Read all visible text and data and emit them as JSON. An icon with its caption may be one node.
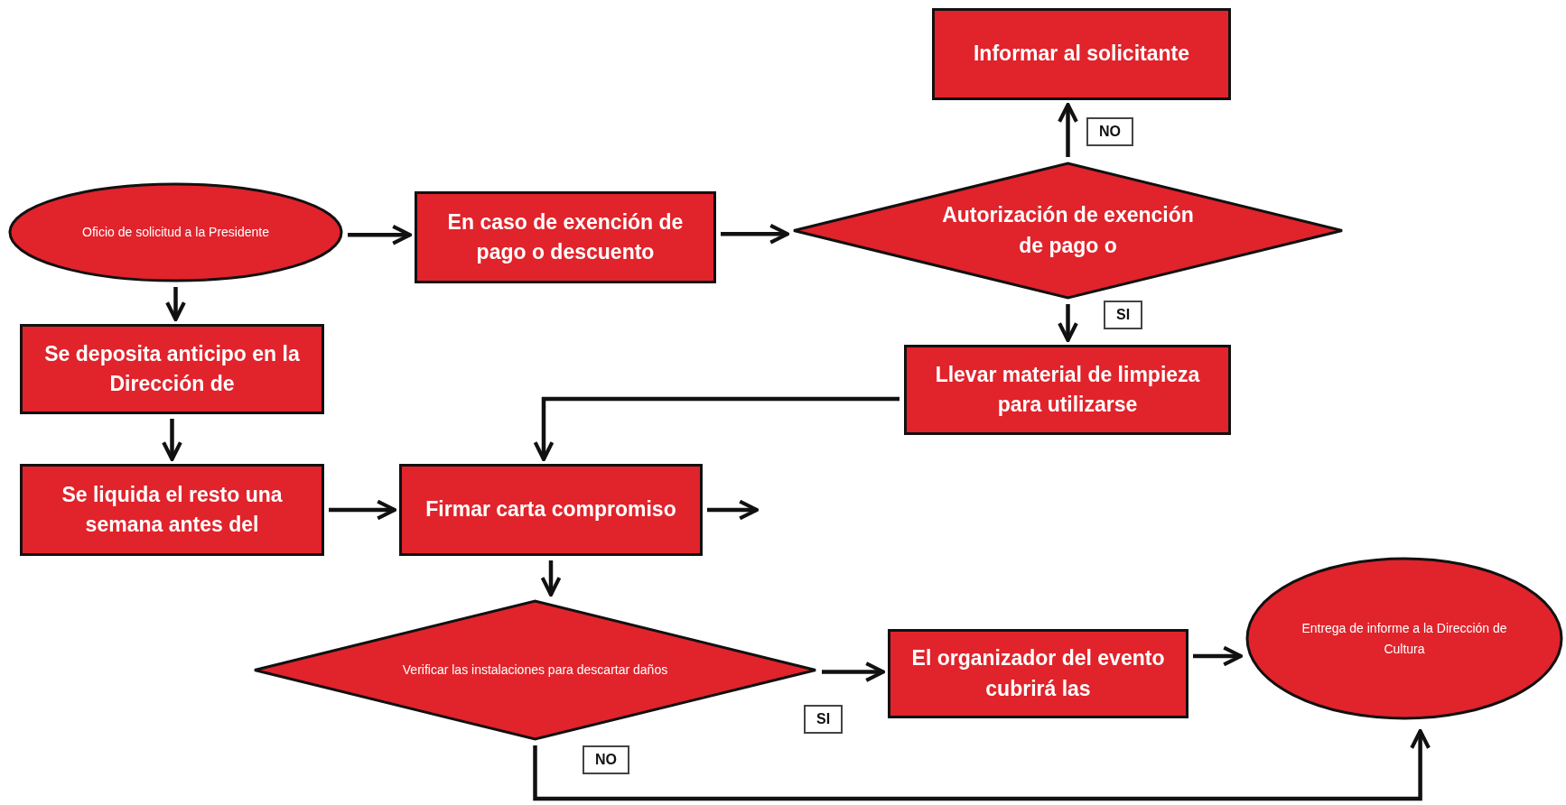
{
  "diagram": {
    "nodes": [
      {
        "text": [
          "Oficio de solicitud a la Presidente"
        ]
      },
      {
        "text": [
          "En caso de exención de pago o descuento"
        ]
      },
      {
        "text": [
          "Autorización de exención de pago o"
        ]
      },
      {
        "text": [
          "Informar al solicitante"
        ]
      },
      {
        "text": [
          "Se deposita anticipo en la Dirección de"
        ]
      },
      {
        "text": [
          "Llevar material de limpieza para utilizarse"
        ]
      },
      {
        "text": [
          "Se liquida el resto una semana antes del"
        ]
      },
      {
        "text": [
          "Firmar carta compromiso"
        ]
      },
      {
        "text": [
          "Verificar las instalaciones para descartar daños"
        ]
      },
      {
        "text": [
          "El organizador del evento cubrirá las"
        ]
      },
      {
        "text": [
          "Entrega de informe a la Dirección de Cultura"
        ]
      }
    ],
    "edges": [
      {
        "from": 0,
        "to": 1,
        "arrow": "to"
      },
      {
        "from": 1,
        "to": 2,
        "arrow": "to"
      },
      {
        "from": 2,
        "to": 3,
        "arrow": "to",
        "label": "NO"
      },
      {
        "from": 2,
        "to": 5,
        "arrow": "to",
        "label": "SI"
      },
      {
        "from": 0,
        "to": 4,
        "arrow": "to"
      },
      {
        "from": 4,
        "to": 6,
        "arrow": "to"
      },
      {
        "from": 6,
        "to": 7,
        "arrow": "to"
      },
      {
        "from": 5,
        "to": 7,
        "arrow": "to"
      },
      {
        "from": 7,
        "to": null,
        "arrow": "to"
      },
      {
        "from": 7,
        "to": 8,
        "arrow": "to"
      },
      {
        "from": 8,
        "to": 9,
        "arrow": "to",
        "label": "SI"
      },
      {
        "from": 9,
        "to": 10,
        "arrow": "to"
      },
      {
        "from": 8,
        "to": 10,
        "arrow": "to",
        "label": "NO"
      }
    ]
  }
}
